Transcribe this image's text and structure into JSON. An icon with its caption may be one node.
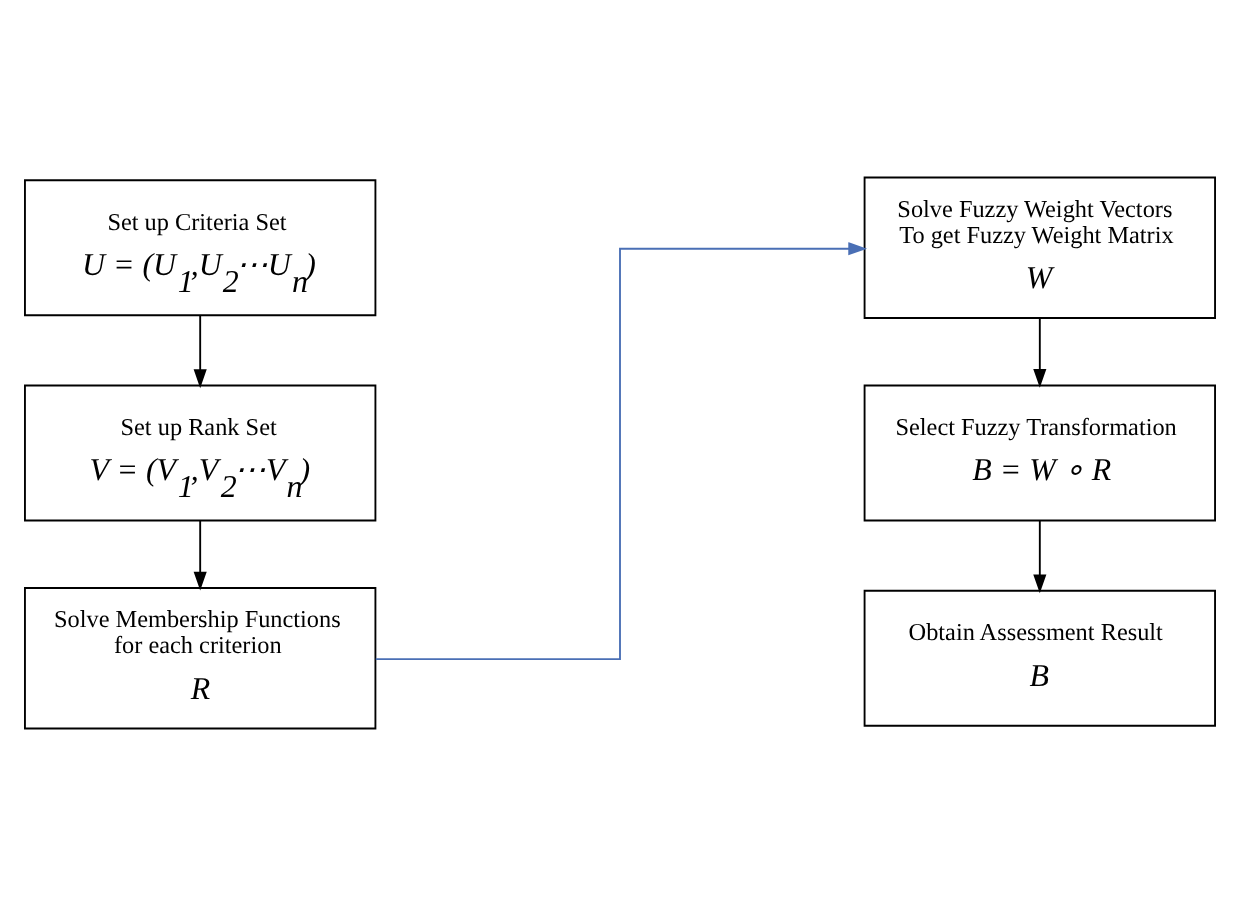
{
  "diagram": {
    "nodes": [
      {
        "text": [
          "Set up Criteria Set",
          "U = (U$_{1}$,U$_{2}$⋯U$_{n}$)"
        ]
      },
      {
        "text": [
          "Set up Rank Set",
          "V = (V$_{1}$,V$_{2}$⋯V$_{n}$)"
        ]
      },
      {
        "text": [
          "Solve Membership Functions for each criterion",
          "R"
        ]
      },
      {
        "text": [
          "Solve Fuzzy Weight Vectors To get Fuzzy Weight Matrix",
          "W"
        ]
      },
      {
        "text": [
          "Select Fuzzy Transformation",
          "B = W ∘ R"
        ]
      },
      {
        "text": [
          "Obtain Assessment Result",
          "B"
        ]
      }
    ],
    "edges": [
      {
        "from": 0,
        "to": 1,
        "arrow": "to"
      },
      {
        "from": 1,
        "to": 2,
        "arrow": "to"
      },
      {
        "from": 2,
        "to": 3,
        "arrow": "to",
        "color": "#4a6fb5"
      },
      {
        "from": 3,
        "to": 4,
        "arrow": "to"
      },
      {
        "from": 4,
        "to": 5,
        "arrow": "to"
      }
    ]
  }
}
